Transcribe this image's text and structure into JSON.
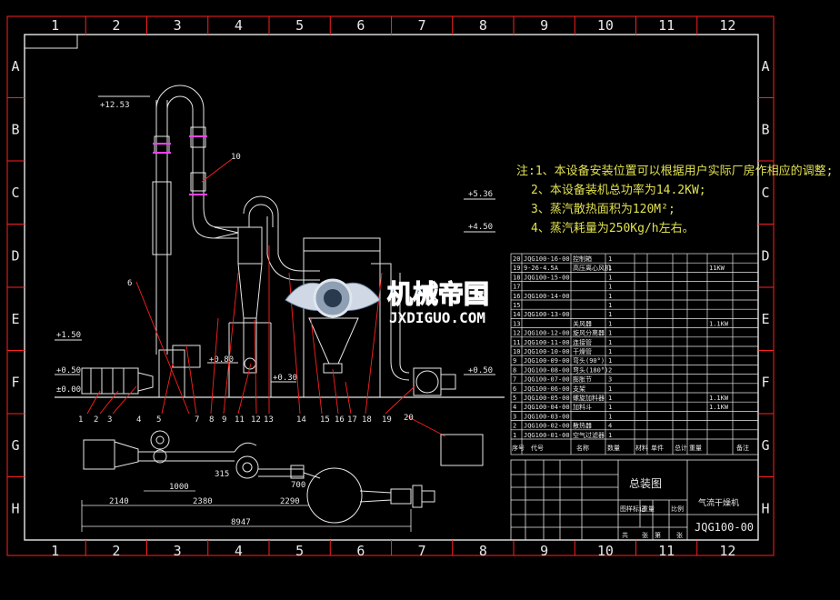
{
  "grid": {
    "columns": [
      "1",
      "2",
      "3",
      "4",
      "5",
      "6",
      "7",
      "8",
      "9",
      "10",
      "11",
      "12"
    ],
    "rows": [
      "A",
      "B",
      "C",
      "D",
      "E",
      "F",
      "G",
      "H"
    ]
  },
  "notes": [
    "注:1、本设备安装位置可以根据用户实际厂房作相应的调整;",
    "2、本设备装机总功率为14.2KW;",
    "3、蒸汽散热面积为120M²;",
    "4、蒸汽耗量为250Kg/h左右。"
  ],
  "levels": [
    "+12.53",
    "+5.36",
    "+4.50",
    "+1.50",
    "+0.50",
    "±0.00",
    "+0.80",
    "+0.30",
    "+0.50"
  ],
  "callouts": [
    "1",
    "2",
    "3",
    "4",
    "5",
    "6",
    "7",
    "8",
    "9",
    "10",
    "11",
    "12",
    "13",
    "14",
    "15",
    "16",
    "17",
    "18",
    "19",
    "20"
  ],
  "dimensions": [
    "1000",
    "2140",
    "2380",
    "2290",
    "8947",
    "315",
    "700"
  ],
  "bom_rows": [
    {
      "no": "20",
      "code": "JQG100-16-00",
      "name": "控制箱",
      "qty": "1",
      "note": "",
      "power": ""
    },
    {
      "no": "19",
      "code": "9-26-4.5A",
      "name": "高压离心风机",
      "qty": "1",
      "note": "",
      "power": "11KW"
    },
    {
      "no": "18",
      "code": "JQG100-15-00",
      "name": "",
      "qty": "1",
      "note": "",
      "power": ""
    },
    {
      "no": "17",
      "code": "",
      "name": "",
      "qty": "1",
      "note": "",
      "power": ""
    },
    {
      "no": "16",
      "code": "JQG100-14-00",
      "name": "",
      "qty": "1",
      "note": "",
      "power": ""
    },
    {
      "no": "15",
      "code": "",
      "name": "",
      "qty": "1",
      "note": "",
      "power": ""
    },
    {
      "no": "14",
      "code": "JQG100-13-00",
      "name": "",
      "qty": "1",
      "note": "",
      "power": ""
    },
    {
      "no": "13",
      "code": "",
      "name": "关风器",
      "qty": "1",
      "note": "",
      "power": "1.1KW"
    },
    {
      "no": "12",
      "code": "JQG100-12-00",
      "name": "旋风分离器",
      "qty": "1",
      "note": "",
      "power": ""
    },
    {
      "no": "11",
      "code": "JQG100-11-00",
      "name": "连接管",
      "qty": "1",
      "note": "",
      "power": ""
    },
    {
      "no": "10",
      "code": "JQG100-10-00",
      "name": "干燥管",
      "qty": "1",
      "note": "",
      "power": ""
    },
    {
      "no": "9",
      "code": "JQG100-09-00",
      "name": "弯头(90°)",
      "qty": "1",
      "note": "",
      "power": ""
    },
    {
      "no": "8",
      "code": "JQG100-08-00",
      "name": "弯头(180°)",
      "qty": "2",
      "note": "",
      "power": ""
    },
    {
      "no": "7",
      "code": "JQG100-07-00",
      "name": "膨胀节",
      "qty": "3",
      "note": "",
      "power": ""
    },
    {
      "no": "6",
      "code": "JQG100-06-00",
      "name": "支架",
      "qty": "1",
      "note": "",
      "power": ""
    },
    {
      "no": "5",
      "code": "JQG100-05-00",
      "name": "螺旋加料器",
      "qty": "1",
      "note": "",
      "power": "1.1KW"
    },
    {
      "no": "4",
      "code": "JQG100-04-00",
      "name": "加料斗",
      "qty": "1",
      "note": "",
      "power": "1.1KW"
    },
    {
      "no": "3",
      "code": "JQG100-03-00",
      "name": "",
      "qty": "1",
      "note": "",
      "power": ""
    },
    {
      "no": "2",
      "code": "JQG100-02-00",
      "name": "散热器",
      "qty": "4",
      "note": "",
      "power": ""
    },
    {
      "no": "1",
      "code": "JQG100-01-00",
      "name": "空气过滤器",
      "qty": "1",
      "note": "",
      "power": ""
    }
  ],
  "bom_header": {
    "no": "序号",
    "code": "代号",
    "name": "名称",
    "qty": "数量",
    "material": "材料",
    "weight_single": "单件",
    "weight_total": "总计",
    "weight": "重量",
    "note": "备注"
  },
  "title_block": {
    "drawing_title": "总装图",
    "machine_name": "气流干燥机",
    "drawing_number": "JQG100-00",
    "labels": [
      "图样标记",
      "重量",
      "比例",
      "共",
      "张",
      "第",
      "张"
    ]
  },
  "watermark": {
    "chinese": "机械帝国",
    "latin": "JXDIGUO.COM"
  },
  "colors": {
    "frame": "#e8e8e8",
    "equipment": "#e8e8e8",
    "leader": "#ff2020",
    "accent": "#ff40ff",
    "notes": "#e0e050",
    "background": "#000000",
    "watermark": "#2a8cf0"
  }
}
